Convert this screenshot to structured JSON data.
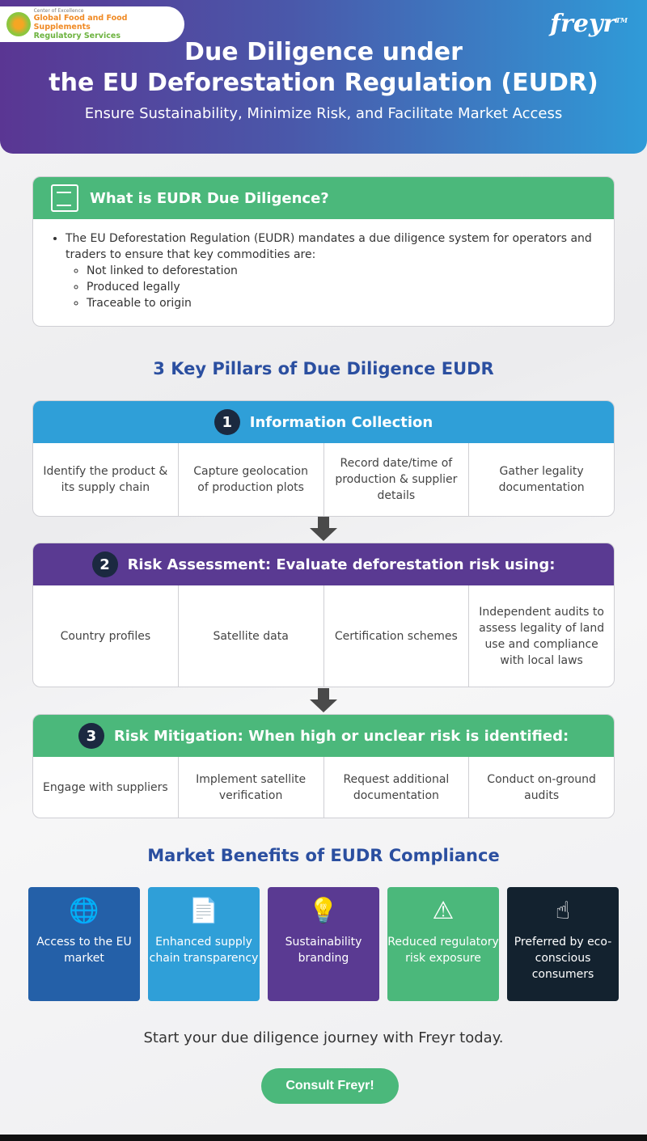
{
  "logo": {
    "line0": "Center of Excellence",
    "line1": "Global Food and Food Supplements",
    "line2": "Regulatory Services"
  },
  "brand": "freyr",
  "brand_tm": "TM",
  "title": {
    "line1": "Due Diligence under",
    "line2": "the EU Deforestation Regulation (EUDR)",
    "subtitle": "Ensure Sustainability, Minimize Risk, and Facilitate Market Access"
  },
  "what": {
    "heading": "What is EUDR Due Diligence?",
    "text": "The EU Deforestation Regulation (EUDR) mandates a due diligence system for operators and traders to ensure that key commodities are:",
    "items": [
      "Not linked to deforestation",
      "Produced legally",
      "Traceable to origin"
    ]
  },
  "pillars_title": "3 Key Pillars of Due Diligence EUDR",
  "pillars": [
    {
      "num": "1",
      "heading": "Information Collection",
      "cells": [
        "Identify the product & its supply chain",
        "Capture geolocation of production plots",
        "Record date/time of production & supplier details",
        "Gather legality documentation"
      ]
    },
    {
      "num": "2",
      "heading": "Risk Assessment: Evaluate deforestation risk using:",
      "cells": [
        "Country profiles",
        "Satellite data",
        "Certification schemes",
        "Independent audits to assess legality of land use and compliance with local laws"
      ]
    },
    {
      "num": "3",
      "heading": "Risk Mitigation: When high or unclear risk is identified:",
      "cells": [
        "Engage with suppliers",
        "Implement satellite verification",
        "Request additional documentation",
        "Conduct on-ground audits"
      ]
    }
  ],
  "benefits_title": "Market Benefits of EUDR Compliance",
  "benefits": [
    {
      "label": "Access to the EU market",
      "icon": "globe-chart-icon",
      "color": "#2460a8"
    },
    {
      "label": "Enhanced supply chain transparency",
      "icon": "document-eye-icon",
      "color": "#2f9fd8"
    },
    {
      "label": "Sustainability branding",
      "icon": "lightbulb-hands-icon",
      "color": "#5a3a92"
    },
    {
      "label": "Reduced regulatory risk exposure",
      "icon": "warning-arrows-icon",
      "color": "#4bb87b"
    },
    {
      "label": "Preferred by eco-conscious consumers",
      "icon": "hand-select-icon",
      "color": "#13222f"
    }
  ],
  "cta": {
    "text": "Start your due diligence journey with Freyr today.",
    "button": "Consult Freyr!"
  }
}
